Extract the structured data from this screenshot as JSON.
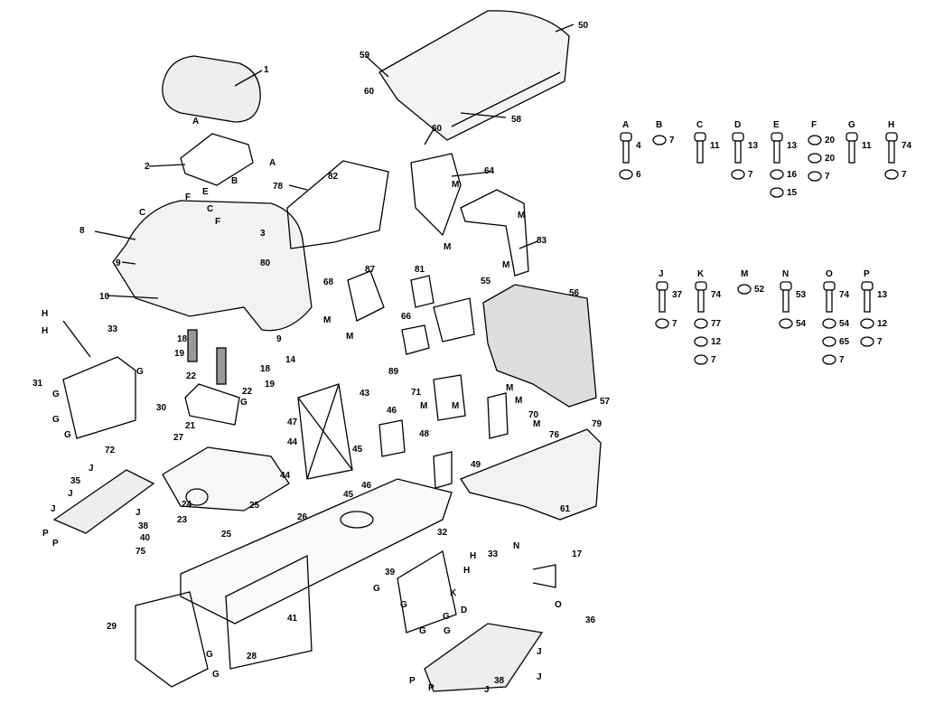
{
  "callouts": [
    "1",
    "50",
    "59",
    "60",
    "58",
    "60",
    "A",
    "2",
    "A",
    "E",
    "B",
    "64",
    "82",
    "78",
    "F",
    "C",
    "C",
    "8",
    "3",
    "F",
    "9",
    "80",
    "10",
    "83",
    "M",
    "M",
    "M",
    "M",
    "87",
    "81",
    "68",
    "55",
    "56",
    "M",
    "M",
    "66",
    "9",
    "14",
    "18",
    "19",
    "18",
    "19",
    "22",
    "22",
    "33",
    "H",
    "H",
    "31",
    "30",
    "G",
    "G",
    "G",
    "G",
    "21",
    "G",
    "27",
    "43",
    "46",
    "47",
    "44",
    "45",
    "48",
    "89",
    "71",
    "M",
    "M",
    "M",
    "M",
    "70",
    "57",
    "79",
    "76",
    "M",
    "49",
    "61",
    "72",
    "35",
    "J",
    "J",
    "J",
    "J",
    "24",
    "23",
    "44",
    "25",
    "26",
    "25",
    "40",
    "75",
    "38",
    "P",
    "P",
    "46",
    "45",
    "32",
    "33",
    "H",
    "H",
    "39",
    "17",
    "N",
    "O",
    "41",
    "28",
    "29",
    "G",
    "G",
    "G",
    "K",
    "D",
    "G",
    "G",
    "G",
    "G",
    "36",
    "J",
    "J",
    "J",
    "38",
    "P",
    "P"
  ],
  "hardware": [
    {
      "letter": "A",
      "parts": [
        "4",
        "6"
      ]
    },
    {
      "letter": "B",
      "parts": [
        "7"
      ]
    },
    {
      "letter": "C",
      "parts": [
        "11"
      ]
    },
    {
      "letter": "D",
      "parts": [
        "13",
        "7"
      ]
    },
    {
      "letter": "E",
      "parts": [
        "13",
        "16",
        "15"
      ]
    },
    {
      "letter": "F",
      "parts": [
        "20",
        "20",
        "7"
      ]
    },
    {
      "letter": "G",
      "parts": [
        "11"
      ]
    },
    {
      "letter": "H",
      "parts": [
        "74",
        "7"
      ]
    },
    {
      "letter": "J",
      "parts": [
        "37",
        "7"
      ]
    },
    {
      "letter": "K",
      "parts": [
        "74",
        "77",
        "12",
        "7"
      ]
    },
    {
      "letter": "M",
      "parts": [
        "52"
      ]
    },
    {
      "letter": "N",
      "parts": [
        "53",
        "54"
      ]
    },
    {
      "letter": "O",
      "parts": [
        "74",
        "54",
        "65",
        "7"
      ]
    },
    {
      "letter": "P",
      "parts": [
        "13",
        "12",
        "7"
      ]
    }
  ]
}
